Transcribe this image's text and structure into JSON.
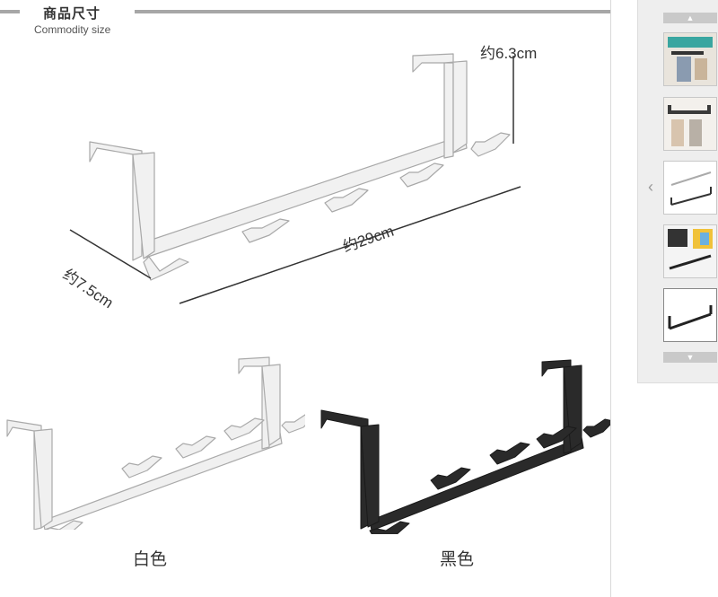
{
  "header": {
    "title": "商品尺寸",
    "subtitle": "Commodity size"
  },
  "dimensions": {
    "height": "约6.3cm",
    "width": "约29cm",
    "depth": "约7.5cm"
  },
  "colors": {
    "white_label": "白色",
    "black_label": "黑色",
    "white_hook": "#efefef",
    "white_outline": "#a9a9a9",
    "black_hook": "#2a2a2a",
    "header_bar": "#a7a7a7"
  },
  "thumbnail_strip": {
    "up_icon": "triangle-up-icon",
    "down_icon": "triangle-down-icon",
    "prev_icon": "chevron-left-icon",
    "selected_index": 4,
    "thumbnails": [
      "door-hook-scene",
      "hook-with-clothes",
      "size-diagram",
      "hook-with-items",
      "black-hook-product"
    ]
  }
}
